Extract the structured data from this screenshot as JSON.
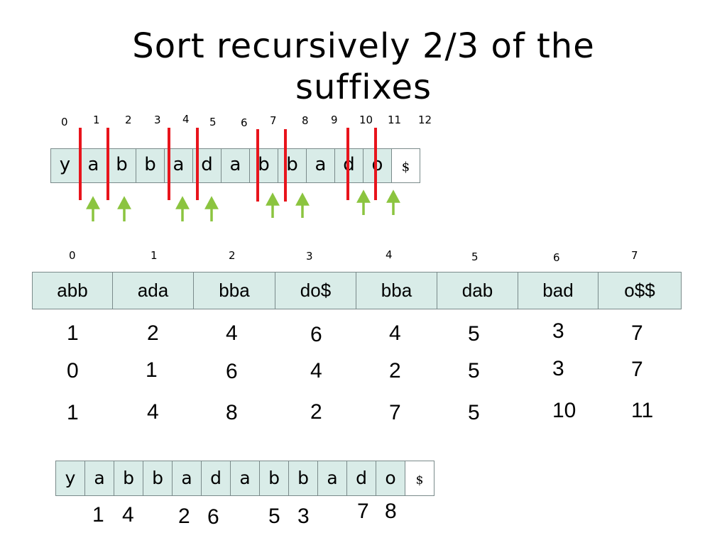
{
  "title": {
    "line1": "Sort recursively 2/3 of the",
    "line2": "suffixes"
  },
  "string_indices": [
    "0",
    "1",
    "2",
    "3",
    "4",
    "5",
    "6",
    "7",
    "8",
    "9",
    "10",
    "11",
    "12"
  ],
  "string_chars": [
    "y",
    "a",
    "b",
    "b",
    "a",
    "d",
    "a",
    "b",
    "b",
    "a",
    "d",
    "o",
    "$"
  ],
  "triple_indices": [
    "0",
    "1",
    "2",
    "3",
    "4",
    "5",
    "6",
    "7"
  ],
  "triples": [
    "abb",
    "ada",
    "bba",
    "do$",
    "bba",
    "dab",
    "bad",
    "o$$"
  ],
  "rows": {
    "row_a": [
      "1",
      "2",
      "4",
      "6",
      "4",
      "5",
      "3",
      "7"
    ],
    "row_b": [
      "0",
      "1",
      "6",
      "4",
      "2",
      "5",
      "3",
      "7"
    ],
    "row_c": [
      "1",
      "4",
      "8",
      "2",
      "7",
      "5",
      "10",
      "11"
    ]
  },
  "bottom_chars": [
    "y",
    "a",
    "b",
    "b",
    "a",
    "d",
    "a",
    "b",
    "b",
    "a",
    "d",
    "o",
    "$"
  ],
  "bottom_ranks": [
    "1",
    "4",
    "2",
    "6",
    "5",
    "3",
    "7",
    "8"
  ],
  "colors": {
    "cell_fill": "#d9ece8",
    "red_marker": "#e8141c",
    "green_arrow": "#8bc43f"
  }
}
